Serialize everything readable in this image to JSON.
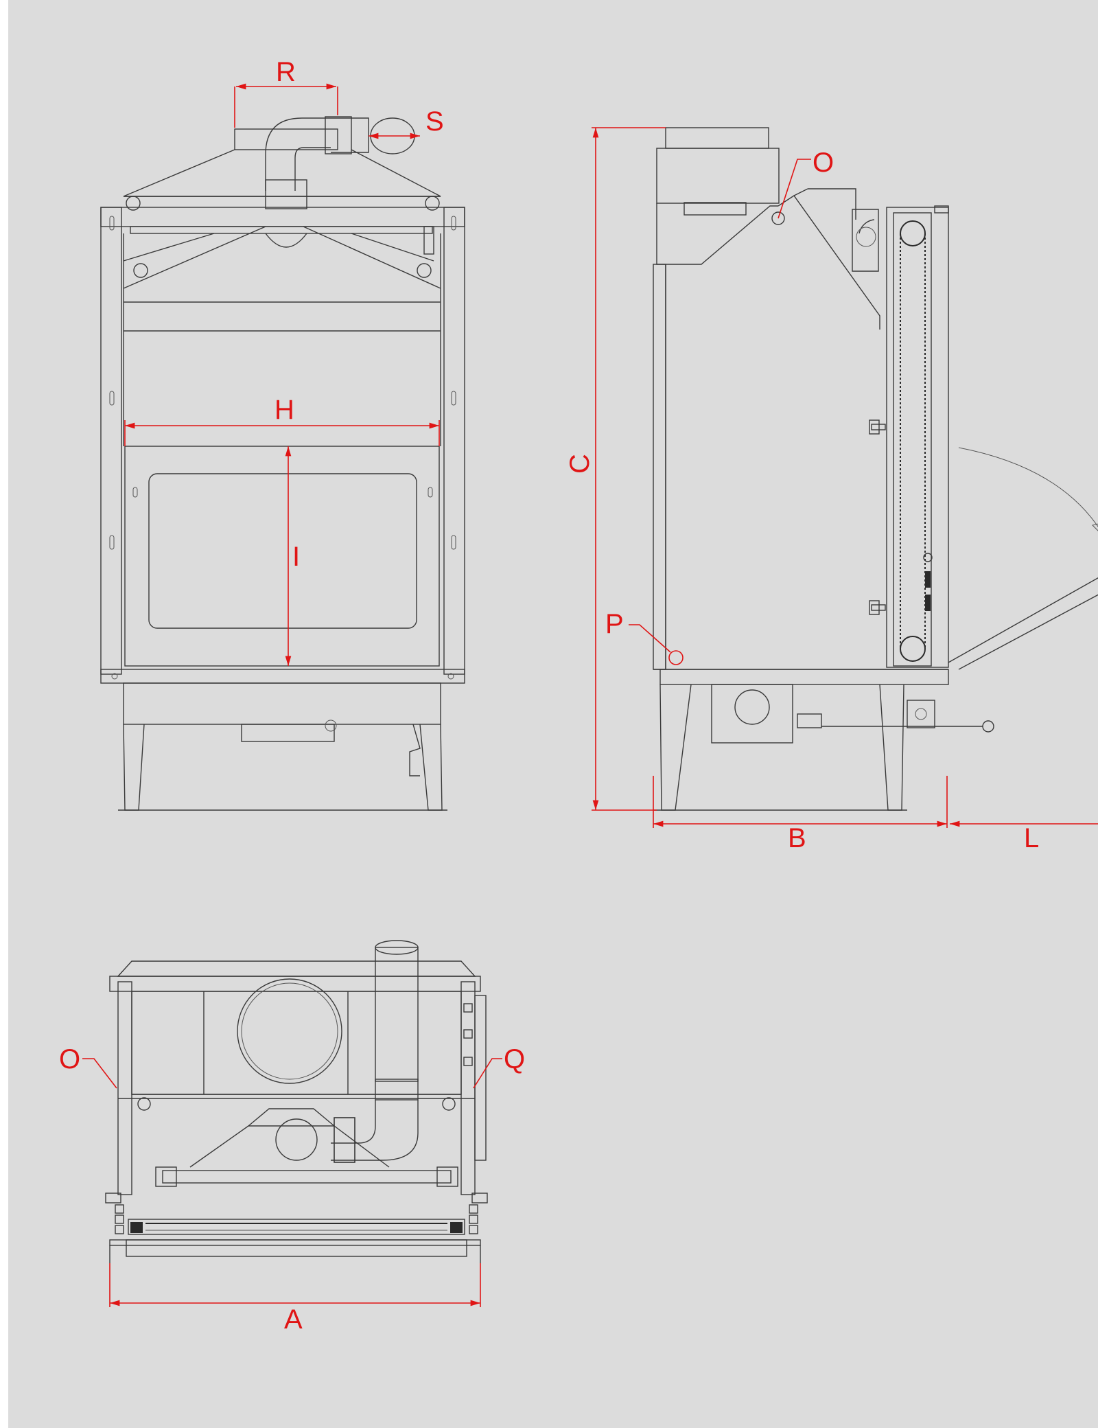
{
  "labels": {
    "R": "R",
    "S": "S",
    "H": "H",
    "I": "I",
    "C": "C",
    "O_side": "O",
    "P": "P",
    "B": "B",
    "L": "L",
    "O_top": "O",
    "Q": "Q",
    "A": "A"
  },
  "colors": {
    "background": "#dcdcdc",
    "line": "#3a3a3a",
    "dimension": "#e01515"
  }
}
